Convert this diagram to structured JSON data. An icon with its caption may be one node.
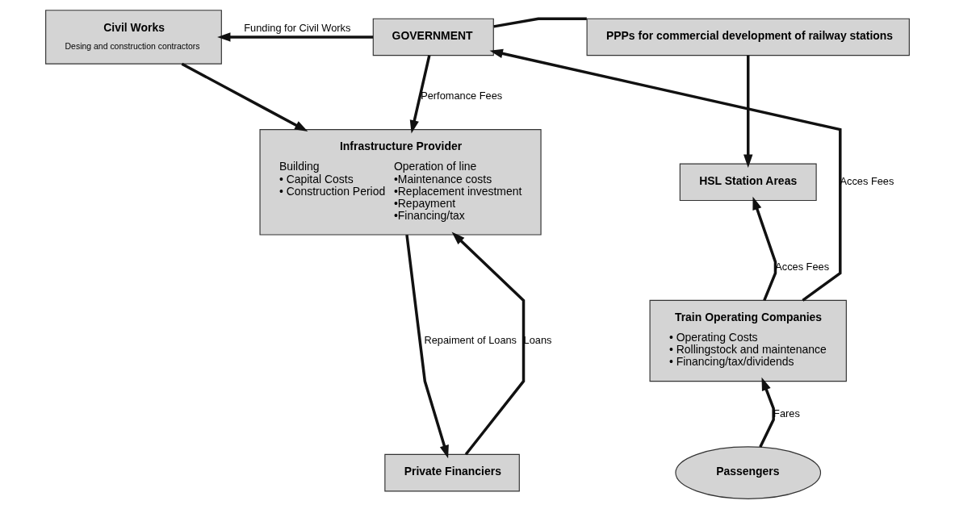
{
  "diagram": {
    "nodes": [
      {
        "text": [
          "Civil Works",
          "Desing and construction contractors"
        ]
      },
      {
        "text": [
          "GOVERNMENT"
        ]
      },
      {
        "text": [
          "PPPs for commercial development of railway stations"
        ]
      },
      {
        "text": [
          "HSL Station Areas"
        ]
      },
      {
        "text": [
          "Infrastructure Provider",
          "Building • Capital Costs • Construction Period",
          "Operation of line •Maintenance costs •Replacement investment •Repayment •Financing/tax"
        ]
      },
      {
        "text": [
          "Train Operating Companies",
          "• Operating Costs • Rollingstock and maintenance • Financing/tax/dividends"
        ]
      },
      {
        "text": [
          "Private Financiers"
        ]
      },
      {
        "text": [
          "Passengers"
        ]
      }
    ],
    "edges": [
      {
        "from": 1,
        "to": 0,
        "arrow": "to",
        "label": "Funding for Civil Works"
      },
      {
        "from": 1,
        "to": 2,
        "arrow": "none"
      },
      {
        "from": 2,
        "to": 3,
        "arrow": "to"
      },
      {
        "from": 0,
        "to": 4,
        "arrow": "to"
      },
      {
        "from": 1,
        "to": 4,
        "arrow": "to",
        "label": "Perfomance Fees"
      },
      {
        "from": 5,
        "to": 1,
        "arrow": "to",
        "label": "Acces Fees"
      },
      {
        "from": 5,
        "to": 3,
        "arrow": "to",
        "label": "Acces Fees"
      },
      {
        "from": 4,
        "to": 6,
        "arrow": "to",
        "label": "Repaiment of Loans"
      },
      {
        "from": 6,
        "to": 4,
        "arrow": "to",
        "label": "Loans"
      },
      {
        "from": 7,
        "to": 5,
        "arrow": "to",
        "label": "Fares"
      }
    ]
  }
}
